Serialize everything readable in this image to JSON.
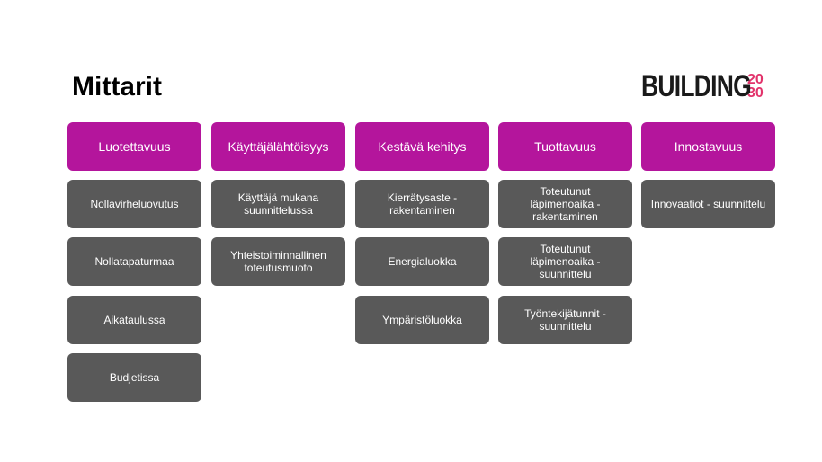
{
  "title": "Mittarit",
  "logo": {
    "word": "BUILDING",
    "digits_top": "20",
    "digits_bottom": "30"
  },
  "colors": {
    "header": "#b4159c",
    "item": "#595959",
    "logo_accent": "#e2336b"
  },
  "columns": [
    {
      "header": "Luotettavuus",
      "items": [
        "Nollavirheluovutus",
        "Nollatapaturmaa",
        "Aikataulussa",
        "Budjetissa"
      ]
    },
    {
      "header": "Käyttäjälähtöisyys",
      "items": [
        "Käyttäjä mukana suunnittelussa",
        "Yhteistoiminnallinen toteutusmuoto"
      ]
    },
    {
      "header": "Kestävä kehitys",
      "items": [
        "Kierrätysaste - rakentaminen",
        "Energialuokka",
        "Ympäristöluokka"
      ]
    },
    {
      "header": "Tuottavuus",
      "items": [
        "Toteutunut läpimenoaika - rakentaminen",
        "Toteutunut läpimenoaika - suunnittelu",
        "Työntekijätunnit - suunnittelu"
      ]
    },
    {
      "header": "Innostavuus",
      "items": [
        "Innovaatiot - suunnittelu"
      ]
    }
  ]
}
